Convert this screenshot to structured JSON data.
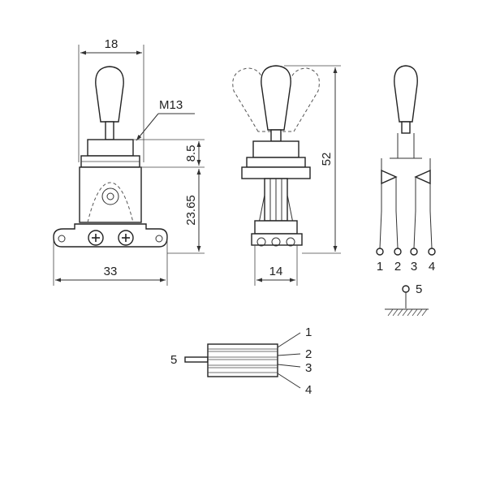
{
  "dimensions": {
    "width_top": "18",
    "thread": "M13",
    "bushing_height": "8.5",
    "body_height": "23.65",
    "total_width": "33",
    "total_height": "52",
    "side_width": "14"
  },
  "schematic": {
    "pins": [
      "1",
      "2",
      "3",
      "4"
    ],
    "ground_pin": "5"
  },
  "cable": {
    "left_label": "5",
    "wires": [
      "1",
      "2",
      "3",
      "4"
    ]
  }
}
